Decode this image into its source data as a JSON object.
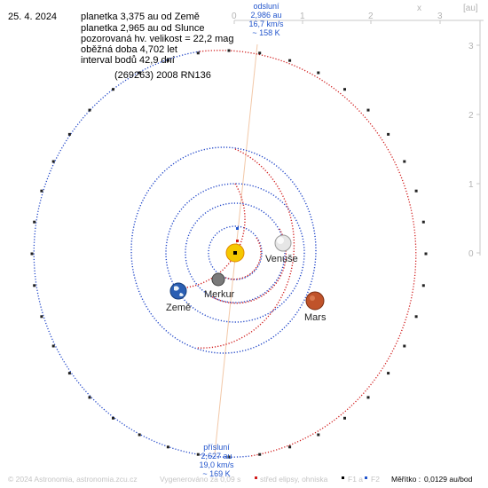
{
  "date": "25. 4. 2024",
  "info_lines": [
    "planetka 3,375 au od Země",
    "planetka 2,965 au od Slunce",
    "pozorovaná hv. velikost = 22,2 mag",
    "oběžná doba 4,702 let",
    "interval bodů 42,9 dní"
  ],
  "object_name": "(269263) 2008 RN136",
  "axis": {
    "unit": "[au]",
    "x_label": "x",
    "x_ticks": [
      "0",
      "1",
      "2",
      "3"
    ],
    "y_ticks": [
      "3",
      "2",
      "1",
      "0"
    ]
  },
  "aphelion": {
    "label": "odsluní",
    "distance": "2,986 au",
    "speed": "16,7 km/s",
    "days": "~ 158 K"
  },
  "perihelion": {
    "label": "přísluní",
    "distance": "2,627 au",
    "speed": "19,0 km/s",
    "days": "~ 169 K"
  },
  "planets": {
    "venus": "Venuše",
    "earth": "Země",
    "mercury": "Merkur",
    "mars": "Mars"
  },
  "footer": {
    "copyright": "© 2024 Astronomia, astronomia.zcu.cz",
    "generated": "Vygenerováno za 0,09 s",
    "legend_center": "střed elipsy, ohniska",
    "legend_f1": "F1 a",
    "legend_f2": "F2",
    "scale_label": "Měřítko :",
    "scale_value": "0,0129 au/bod"
  },
  "colors": {
    "ast_blue": "#1f45c8",
    "ast_red": "#d11d1d",
    "axis": "#b4b4b4",
    "text_blue": "#2255cc",
    "sun": "#f5c800",
    "mars": "#c0532a"
  }
}
